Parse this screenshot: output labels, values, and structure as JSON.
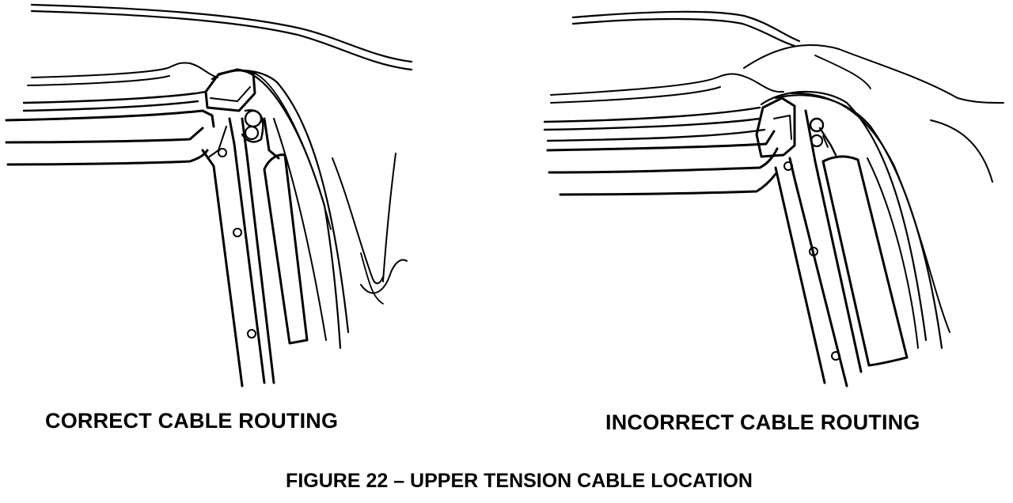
{
  "labels": {
    "correct": "CORRECT CABLE ROUTING",
    "incorrect": "INCORRECT CABLE ROUTING"
  },
  "caption": "FIGURE 22 – UPPER TENSION CABLE LOCATION"
}
